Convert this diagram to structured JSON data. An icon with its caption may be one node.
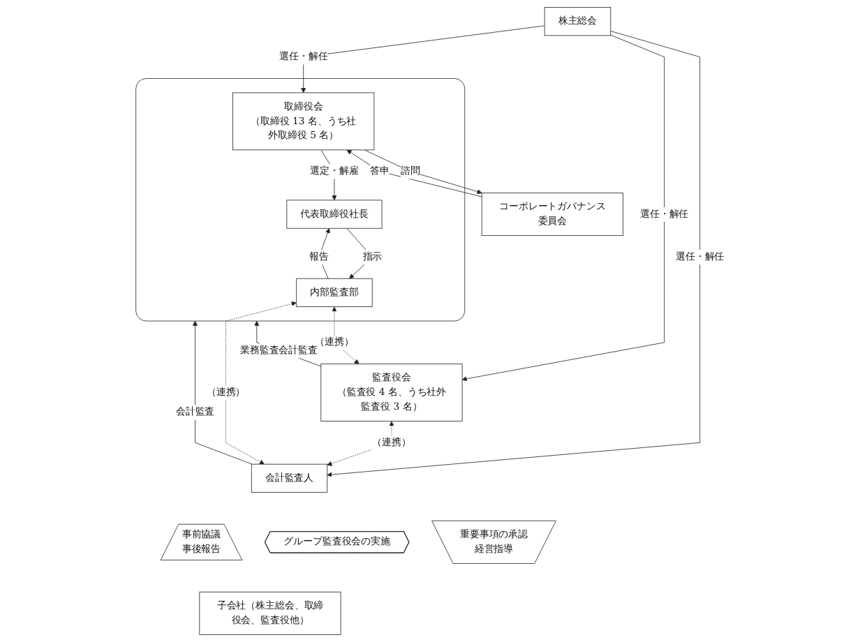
{
  "diagram": {
    "nodes": [
      {
        "text": [
          "株主総会"
        ]
      },
      {
        "text": [],
        "shape": "box"
      },
      {
        "text": [
          "取締役会",
          "（取締役 13 名、うち社外取締役 5 名）"
        ],
        "in": 1
      },
      {
        "text": [
          "代表取締役社長"
        ],
        "in": 1
      },
      {
        "text": [
          "内部監査部"
        ],
        "in": 1
      },
      {
        "text": [
          "コーポレートガバナンス委員会"
        ]
      },
      {
        "text": [
          "監査役会",
          "（監査役 4 名、うち社外監査役 3 名）"
        ]
      },
      {
        "text": [
          "会計監査人"
        ]
      },
      {
        "text": [
          "重要事項の承認",
          "経営指導"
        ]
      },
      {
        "text": [
          "グループ監査役会の実施"
        ]
      },
      {
        "text": [
          "事前協議",
          "事後報告"
        ]
      },
      {
        "text": [
          "子会社（株主総会、取締役会、監査役他）"
        ]
      }
    ],
    "edges": [
      {
        "from": 0,
        "to": 2,
        "arrow": "to",
        "label": "選任・解任"
      },
      {
        "from": 0,
        "to": 6,
        "arrow": "to",
        "label": "選任・解任"
      },
      {
        "from": 0,
        "to": 7,
        "arrow": "to",
        "label": "選任・解任"
      },
      {
        "from": 2,
        "to": 5,
        "arrow": "to",
        "label": "諮問"
      },
      {
        "from": 5,
        "to": 2,
        "arrow": "to",
        "label": "答申"
      },
      {
        "from": 6,
        "to": 1,
        "arrow": "to",
        "label": "業務監査会計監査"
      },
      {
        "from": 2,
        "to": 3,
        "arrow": "to",
        "label": "選定・解雇"
      },
      {
        "from": 3,
        "to": 4,
        "arrow": "to",
        "label": "指示"
      },
      {
        "from": 4,
        "to": 3,
        "arrow": "to",
        "label": "報告"
      },
      {
        "from": 7,
        "to": 1,
        "arrow": "to",
        "label": "会計監査"
      },
      {
        "from": 4,
        "to": 6,
        "arrow": "both",
        "label": "（連携）",
        "style": "dashed"
      },
      {
        "from": 6,
        "to": 7,
        "arrow": "both",
        "label": "（連携）",
        "style": "dashed"
      },
      {
        "from": 4,
        "to": 7,
        "arrow": "both",
        "label": "（連携）",
        "style": "dashed"
      }
    ]
  }
}
